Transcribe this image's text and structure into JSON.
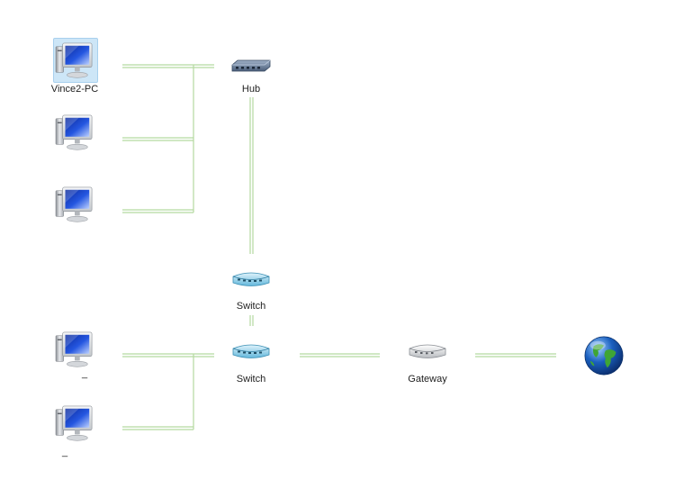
{
  "map": {
    "nodes": {
      "pc_this": {
        "label": "Vince2-PC",
        "kind": "computer"
      },
      "pc_2": {
        "label": "",
        "kind": "computer"
      },
      "pc_3": {
        "label": "",
        "kind": "computer"
      },
      "pc_4": {
        "label": "_",
        "kind": "computer"
      },
      "pc_5": {
        "label": "_",
        "kind": "computer"
      },
      "hub": {
        "label": "Hub",
        "kind": "hub"
      },
      "switch_1": {
        "label": "Switch",
        "kind": "switch"
      },
      "switch_2": {
        "label": "Switch",
        "kind": "switch"
      },
      "gateway": {
        "label": "Gateway",
        "kind": "gateway"
      },
      "internet": {
        "label": "",
        "kind": "internet"
      }
    },
    "colors": {
      "connection_line": "#b5d9a0",
      "selection_highlight": "#cde6f7",
      "label_text": "#1e1e1e",
      "screen_blue": "#1842c8",
      "switch_teal": "#7ec9e8",
      "globe_ocean": "#1a5fbf",
      "globe_land": "#3fa535"
    }
  }
}
